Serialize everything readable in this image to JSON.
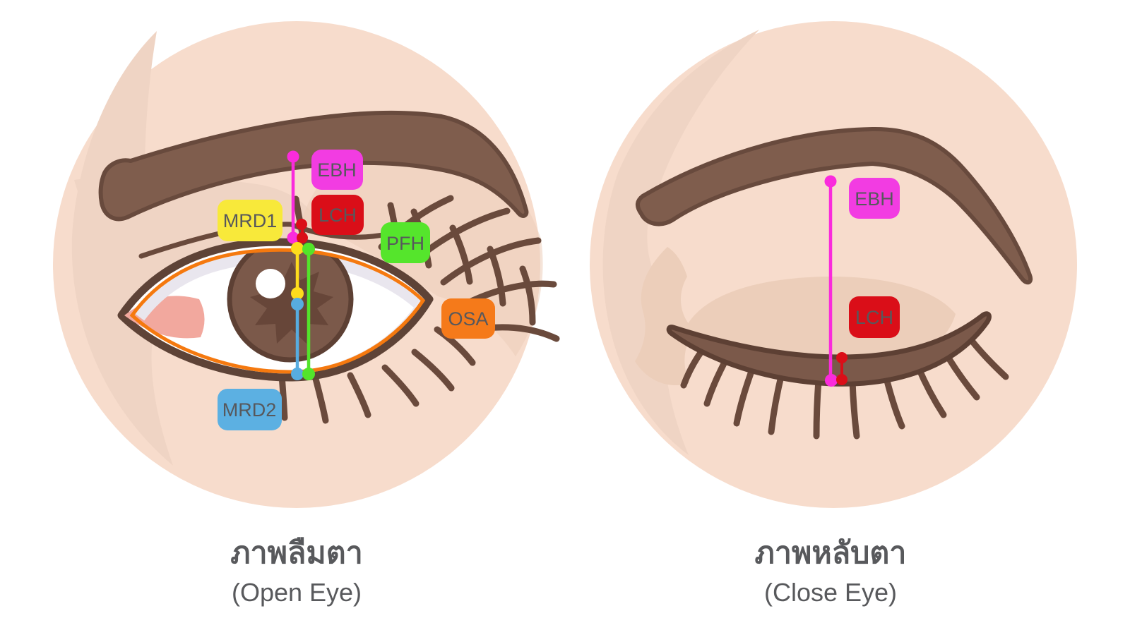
{
  "page": {
    "background": "#ffffff"
  },
  "colors": {
    "circle_bg": "#f7dccc",
    "skin_shadow_light": "#efd4c4",
    "skin_shadow_tan": "#ecceba",
    "brow_fill": "#7f5d4d",
    "brow_stroke": "#684a3d",
    "eye_outline_brown": "#5e4337",
    "eye_outline_orange": "#f5790f",
    "caruncle_pink": "#f2a89e",
    "sclera_shadow": "#e9e6ee",
    "iris_fill": "#7b594a",
    "iris_stroke": "#5d4034",
    "pupil_star": "#674639",
    "magenta": "#fa2bdc",
    "red": "#da0e18",
    "yellow": "#fedc1c",
    "green": "#53e42b",
    "blue": "#57ace0",
    "label_text": "#57585c",
    "caption_text": "#58595c"
  },
  "panels": {
    "open_eye": {
      "caption_th": "ภาพลืมตา",
      "caption_en": "(Open Eye)",
      "labels": {
        "ebh": {
          "text": "EBH",
          "color": "#f23ce2"
        },
        "lch": {
          "text": "LCH",
          "color": "#da0e18"
        },
        "mrd1": {
          "text": "MRD1",
          "color": "#f8e93a"
        },
        "pfh": {
          "text": "PFH",
          "color": "#55e52c"
        },
        "osa": {
          "text": "OSA",
          "color": "#f57a1a"
        },
        "mrd2": {
          "text": "MRD2",
          "color": "#5cb0e2"
        }
      }
    },
    "close_eye": {
      "caption_th": "ภาพหลับตา",
      "caption_en": "(Close Eye)",
      "labels": {
        "ebh": {
          "text": "EBH",
          "color": "#f23ce2"
        },
        "lch": {
          "text": "LCH",
          "color": "#da0e18"
        }
      }
    }
  }
}
